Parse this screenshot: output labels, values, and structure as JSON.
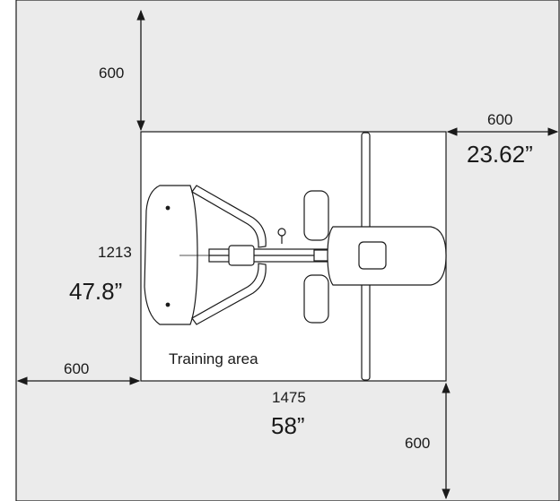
{
  "colors": {
    "outer_area": "#ebebeb",
    "training_area": "#ffffff",
    "line": "#1a1a1a",
    "text": "#1a1a1a"
  },
  "labels": {
    "top_clearance": "600",
    "right_clearance_mm": "600",
    "right_clearance_in": "23.62”",
    "height_mm": "1213",
    "height_in": "47.8”",
    "left_clearance": "600",
    "width_mm": "1475",
    "width_in": "58”",
    "bottom_clearance": "600",
    "training_area": "Training area"
  }
}
